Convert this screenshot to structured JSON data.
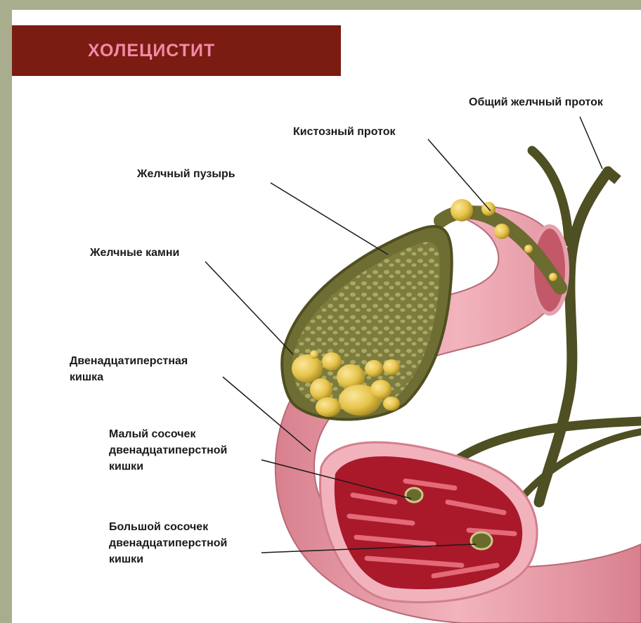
{
  "title": "ХОЛЕЦИСТИТ",
  "labels": {
    "common_bile_duct": "Общий желчный проток",
    "cystic_duct": "Кистозный проток",
    "gallbladder": "Желчный пузырь",
    "gallstones": "Желчные камни",
    "duodenum": "Двенадцатиперстная\nкишка",
    "minor_papilla": "Малый сосочек\nдвенадцатиперстной\nкишки",
    "major_papilla": "Большой сосочек\nдвенадцатиперстной\nкишки"
  },
  "colors": {
    "frame": "#a8ad8e",
    "title_bar": "#7a1c12",
    "title_text": "#f08aa6",
    "intestine": "#e79aa6",
    "mucosa": "#a9192a",
    "duct": "#5a5a2a",
    "gallbladder": "#8b8a48",
    "stones": "#e6c34a"
  }
}
